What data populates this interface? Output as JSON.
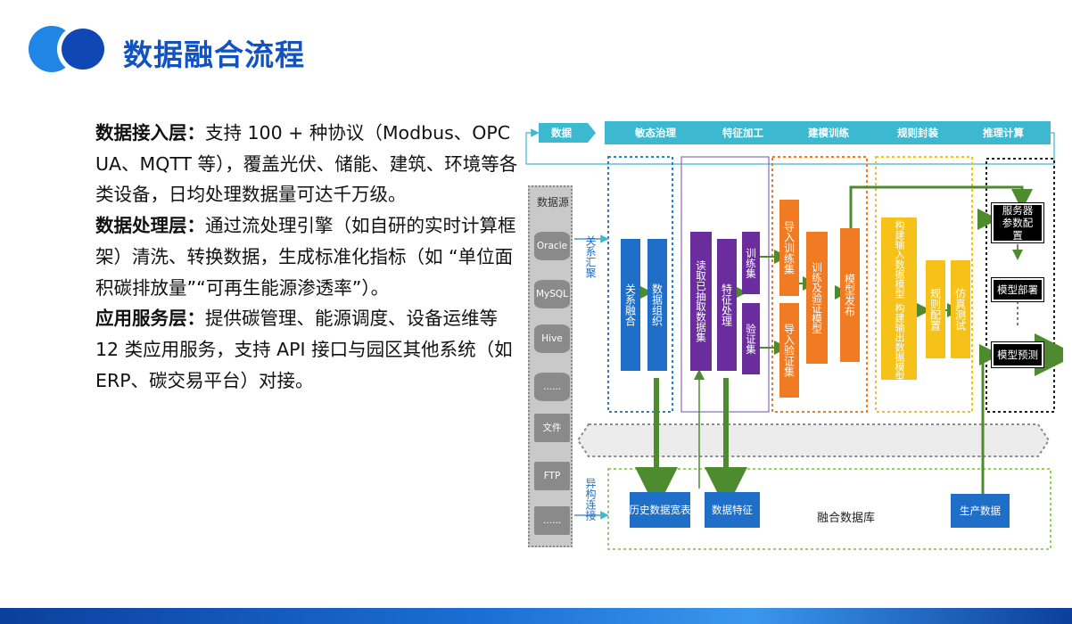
{
  "header": {
    "title": "数据融合流程"
  },
  "content": {
    "layer1": {
      "heading": "数据接入层：",
      "body": "支持 100 + 种协议（Modbus、OPC UA、MQTT 等），覆盖光伏、储能、建筑、环境等各类设备，日均处理数据量可达千万级。"
    },
    "layer2": {
      "heading": "数据处理层：",
      "body": "通过流处理引擎（如自研的实时计算框架）清洗、转换数据，生成标准化指标（如 “单位面积碳排放量”“可再生能源渗透率”）。"
    },
    "layer3": {
      "heading": "应用服务层：",
      "body": "提供碳管理、能源调度、设备运维等 12 类应用服务，支持 API 接口与园区其他系统（如 ERP、碳交易平台）对接。"
    }
  },
  "diagram": {
    "data_tab": "数据",
    "stages": [
      "敏态治理",
      "特征加工",
      "建模训练",
      "规则封装",
      "推理计算"
    ],
    "source_title": "数据源",
    "sources": [
      "Oracle",
      "MySQL",
      "Hive",
      "......",
      "文件",
      "FTP",
      "......"
    ],
    "relation_collect": "关系汇聚",
    "hetero_link": "异构连接",
    "relation_fusion": "关系融合",
    "data_organize": "数据组织",
    "read_extract": "读取已抽取数据集",
    "feature_process": "特征处理",
    "train_set": "训练集",
    "verify_set": "验证集",
    "import_train": "导入训练集",
    "import_verify": "导入验证集",
    "train_verify_model": "训练及验证模型",
    "model_publish": "模型发布",
    "build_input_model": "构建输入数据模型",
    "build_output_model": "构建输出数据模型",
    "rule_config": "规则配置",
    "sim_test": "仿真测试",
    "server_config": "服务器参数配置",
    "model_deploy": "模型部署",
    "model_predict": "模型预测",
    "history_table": "历史数据宽表",
    "data_feature": "数据特征",
    "fusion_db": "融合数据库",
    "production_data": "生产数据"
  },
  "colors": {
    "title_blue": "#1153c3",
    "stage_cyan": "#3cb8d0",
    "blue_box": "#1f6fc8",
    "purple_box": "#6b2d9e",
    "orange_box": "#f07b22",
    "yellow_box": "#f6c21a",
    "arrow_green": "#4e8a2e"
  }
}
